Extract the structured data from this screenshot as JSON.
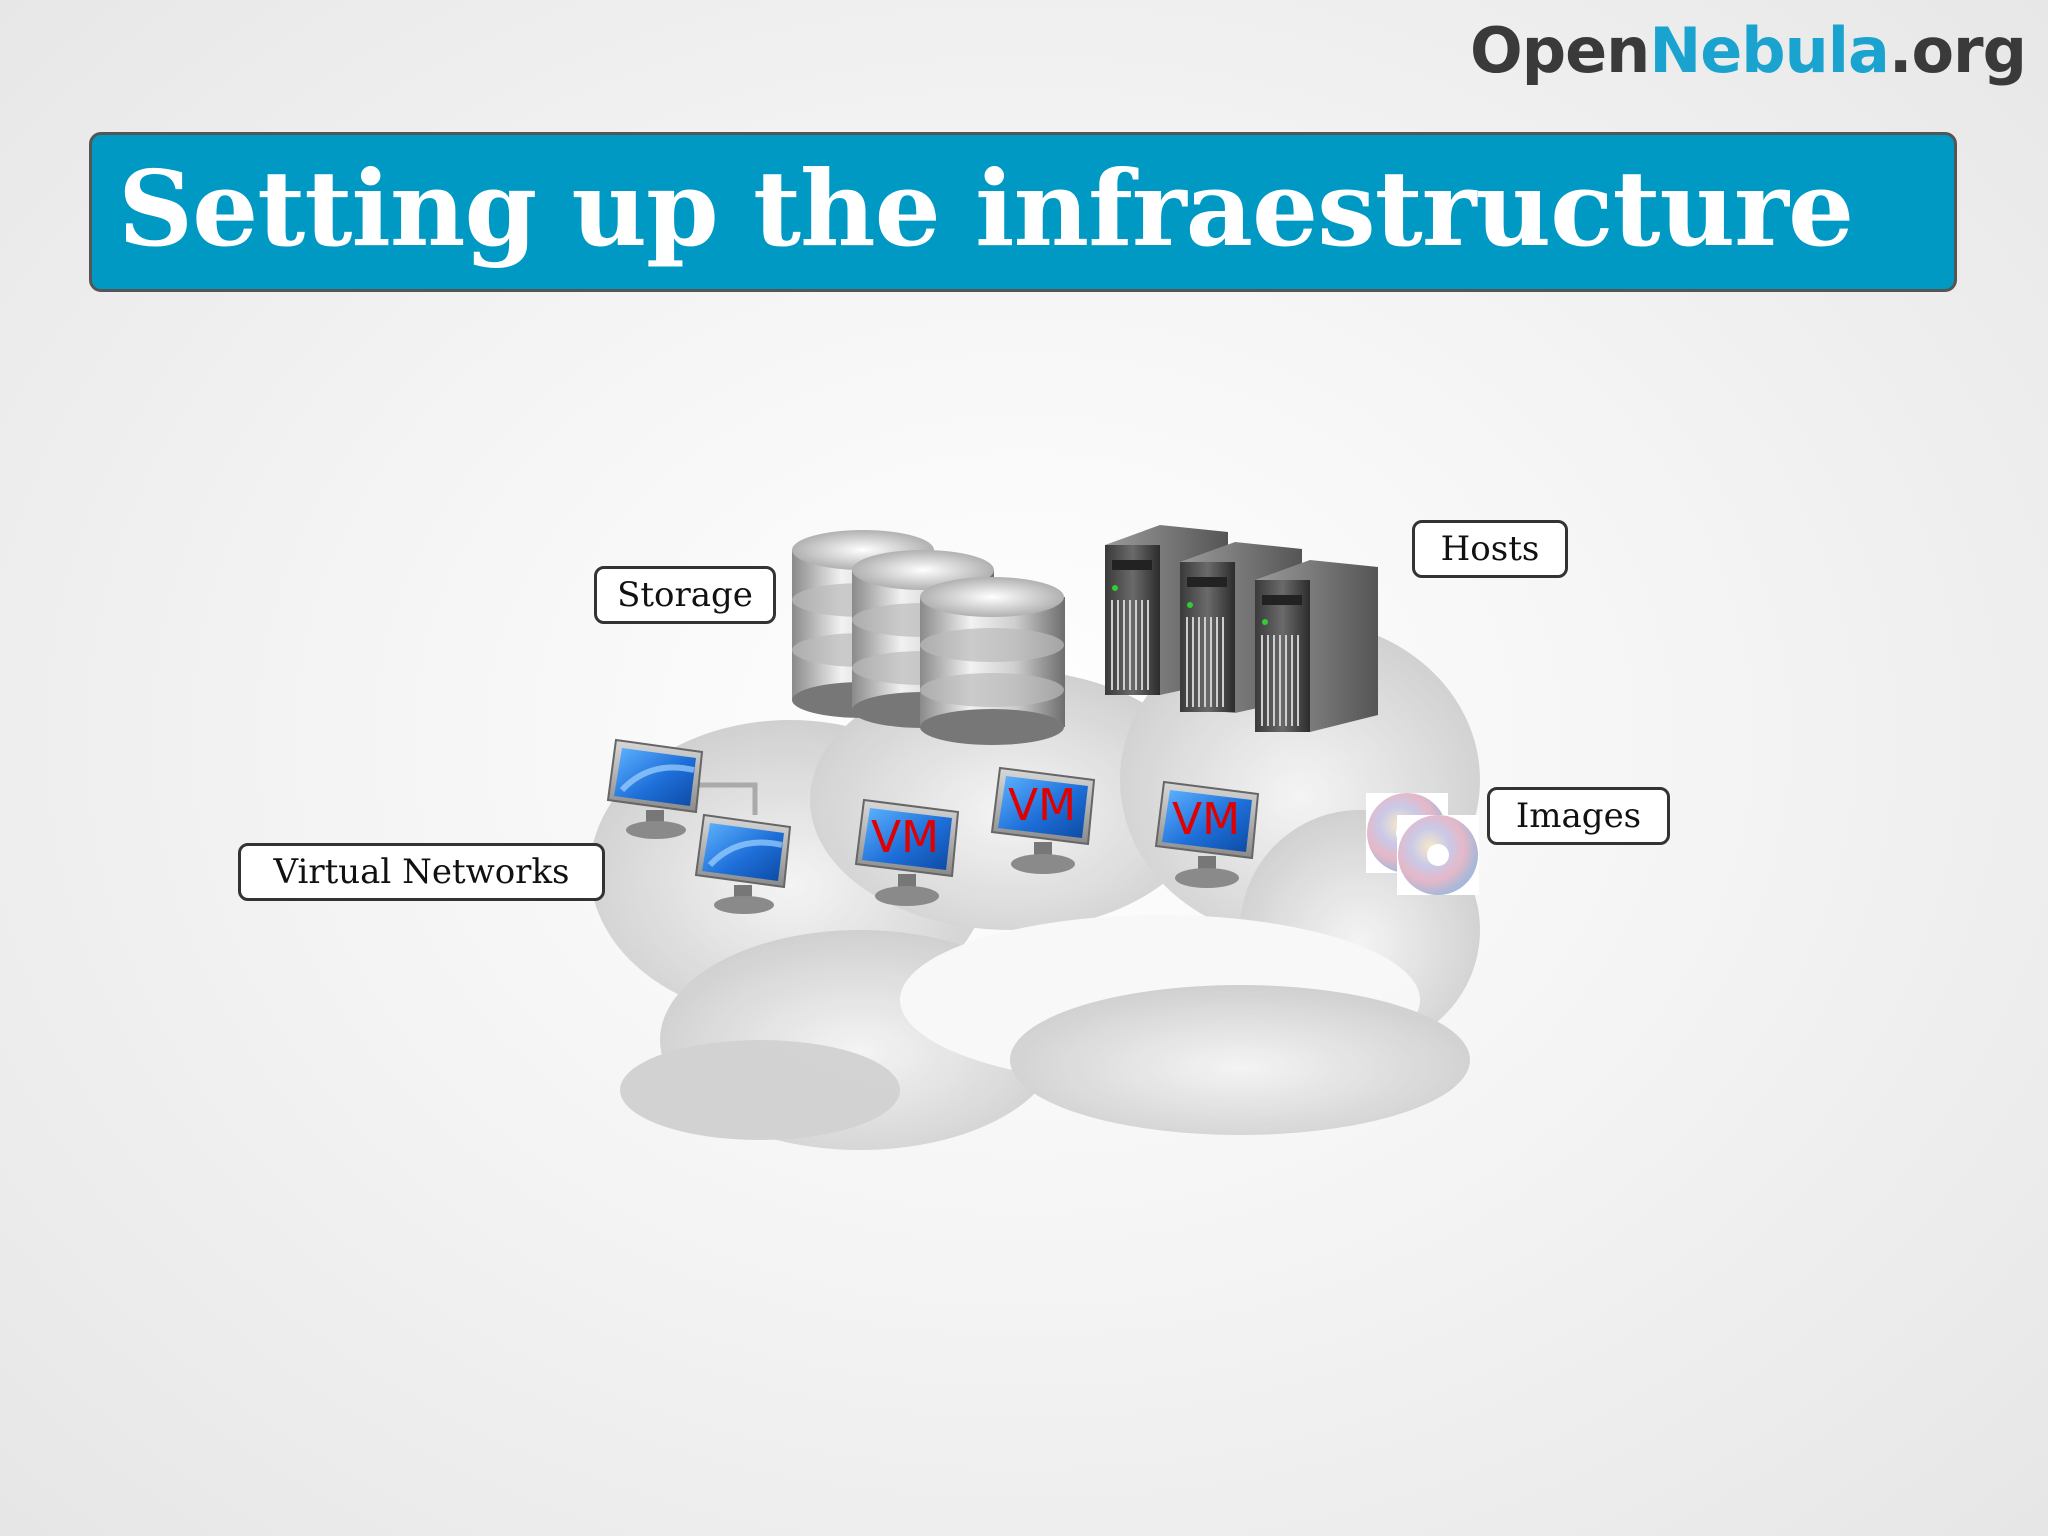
{
  "logo": {
    "open": "Open",
    "nebula": "Nebula",
    "org": ".org"
  },
  "title": "Setting up the infraestructure",
  "labels": {
    "storage": "Storage",
    "hosts": "Hosts",
    "images": "Images",
    "virtual_networks": "Virtual Networks"
  },
  "vm_text": "VM",
  "colors": {
    "title_bar": "#0099c4",
    "logo_dark": "#3a3a3a",
    "logo_accent": "#1aa3cf",
    "vm_text": "#e00000",
    "screen": "#1e6fd9"
  },
  "icons": [
    "cloud-icon",
    "database-icon",
    "server-icon",
    "monitor-icon",
    "cd-disc-icon"
  ]
}
